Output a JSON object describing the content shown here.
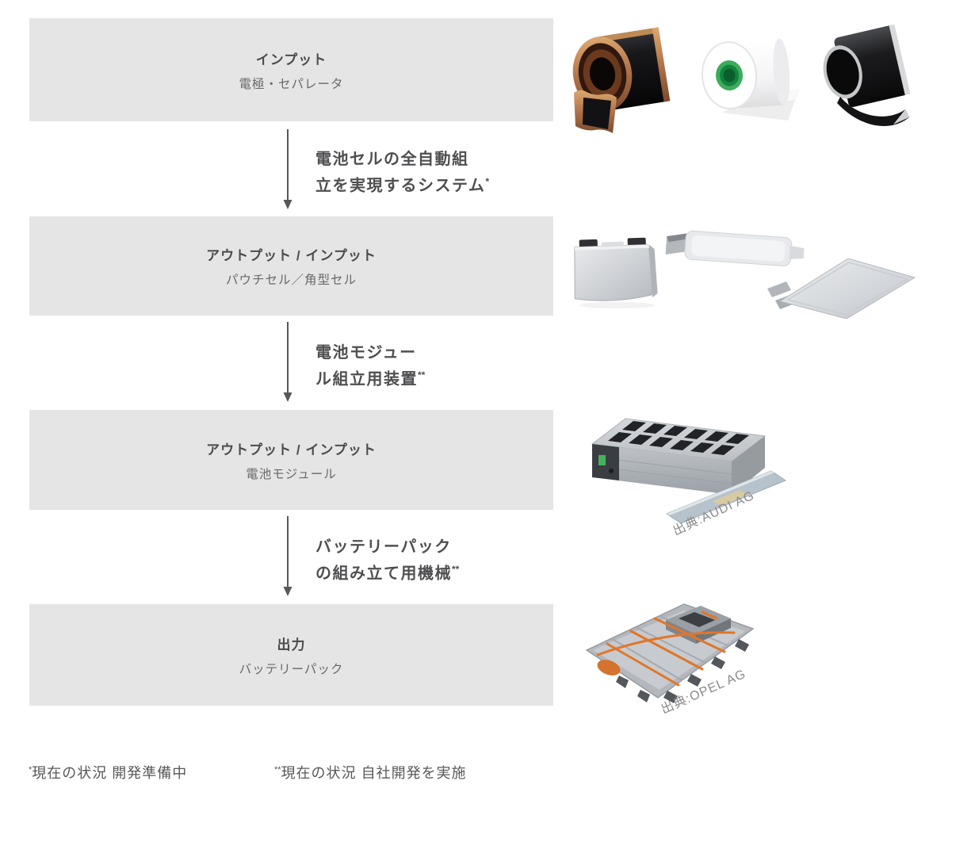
{
  "flow": {
    "boxes": [
      {
        "title": "インプット",
        "subtitle": "電極・セパレータ"
      },
      {
        "title": "アウトプット / インプット",
        "subtitle": "パウチセル／角型セル"
      },
      {
        "title": "アウトプット / インプット",
        "subtitle": "電池モジュール"
      },
      {
        "title": "出力",
        "subtitle": "バッテリーパック"
      }
    ],
    "arrows": [
      {
        "line1": "電池セルの全自動組",
        "line2": "立を実現するシステム",
        "marker": "*"
      },
      {
        "line1": "電池モジュー",
        "line2": "ル組立用装置",
        "marker": "**"
      },
      {
        "line1": "バッテリーパック",
        "line2": "の組み立て用機械",
        "marker": "**"
      }
    ],
    "footnotes": [
      {
        "marker": "*",
        "text": "現在の状況 開発準備中"
      },
      {
        "marker": "**",
        "text": "現在の状況 自社開発を実施"
      }
    ]
  },
  "credits": [
    {
      "text": "出典:AUDI AG"
    },
    {
      "text": "出典:OPEL AG"
    }
  ],
  "illustrations": {
    "row1": [
      "electrode-roll-copper",
      "separator-roll-white",
      "electrode-roll-black"
    ],
    "row2": [
      "prismatic-cell",
      "pouch-cell-flat",
      "pouch-cell-angled"
    ],
    "row3": [
      "battery-module"
    ],
    "row4": [
      "battery-pack"
    ]
  },
  "colors": {
    "box_bg": "#e5e5e5",
    "title_text": "#4b4b4b",
    "subtitle_text": "#686868",
    "arrow": "#58585a",
    "footnote_text": "#58585a",
    "credit_text": "#8b8b8b",
    "copper": "#b0734a",
    "separator_green": "#3cab5b",
    "cable_orange": "#e0762c"
  }
}
